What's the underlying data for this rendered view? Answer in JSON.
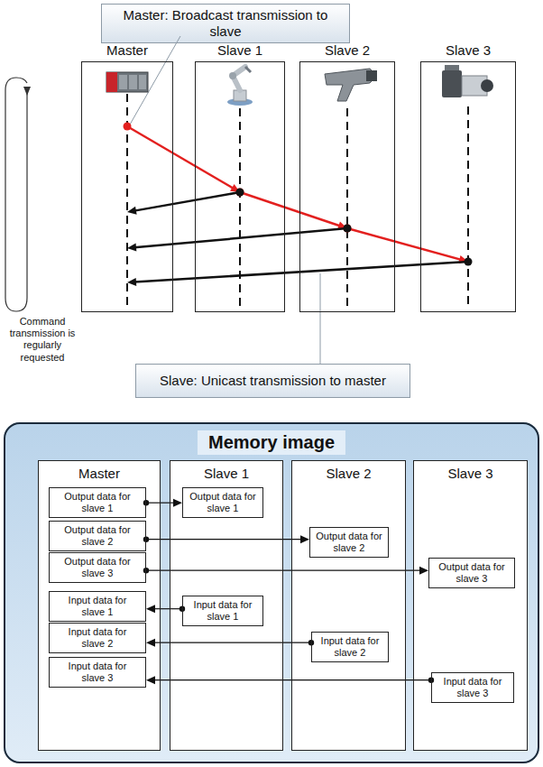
{
  "diagram": {
    "nodes": [
      {
        "text": [
          "Master: Broadcast transmission to slave"
        ]
      },
      {
        "text": [
          "Master"
        ]
      },
      {
        "text": [
          "Slave 1"
        ]
      },
      {
        "text": [
          "Slave 2"
        ]
      },
      {
        "text": [
          "Slave 3"
        ]
      },
      {
        "text": [
          "Slave: Unicast transmission to master"
        ]
      },
      {
        "text": [
          "Memory image"
        ]
      },
      {
        "text": [
          "Master"
        ],
        "in": 6
      },
      {
        "text": [
          "Output data for slave 1"
        ],
        "in": 7
      },
      {
        "text": [
          "Output data for slave 2"
        ],
        "in": 7
      },
      {
        "text": [
          "Output data for slave 3"
        ],
        "in": 7
      },
      {
        "text": [
          "Input data for slave 1"
        ],
        "in": 7
      },
      {
        "text": [
          "Input data for slave 2"
        ],
        "in": 7
      },
      {
        "text": [
          "Input data for slave 3"
        ],
        "in": 7
      },
      {
        "text": [
          "Slave 1"
        ],
        "in": 6
      },
      {
        "text": [
          "Output data for slave 1"
        ],
        "in": 14
      },
      {
        "text": [
          "Input data for slave 1"
        ],
        "in": 14
      },
      {
        "text": [
          "Slave 2"
        ],
        "in": 6
      },
      {
        "text": [
          "Output data for slave 2"
        ],
        "in": 17
      },
      {
        "text": [
          "Input data for slave 2"
        ],
        "in": 17
      },
      {
        "text": [
          "Slave 3"
        ],
        "in": 6
      },
      {
        "text": [
          "Output data for slave 3"
        ],
        "in": 20
      },
      {
        "text": [
          "Input data for slave 3"
        ],
        "in": 20
      }
    ],
    "edges": [
      {
        "from": 1,
        "to": 2,
        "arrow": "to"
      },
      {
        "from": 2,
        "to": 3,
        "arrow": "to"
      },
      {
        "from": 3,
        "to": 4,
        "arrow": "to"
      },
      {
        "from": 2,
        "to": 1,
        "arrow": "to"
      },
      {
        "from": 3,
        "to": 1,
        "arrow": "to"
      },
      {
        "from": 4,
        "to": 1,
        "arrow": "to"
      },
      {
        "from": 8,
        "to": 15,
        "arrow": "to"
      },
      {
        "from": 9,
        "to": 18,
        "arrow": "to"
      },
      {
        "from": 10,
        "to": 21,
        "arrow": "to"
      },
      {
        "from": 16,
        "to": 11,
        "arrow": "to"
      },
      {
        "from": 19,
        "to": 12,
        "arrow": "to"
      },
      {
        "from": 22,
        "to": 13,
        "arrow": "to"
      }
    ],
    "labels": [
      "Command transmission is regularly requested"
    ]
  }
}
